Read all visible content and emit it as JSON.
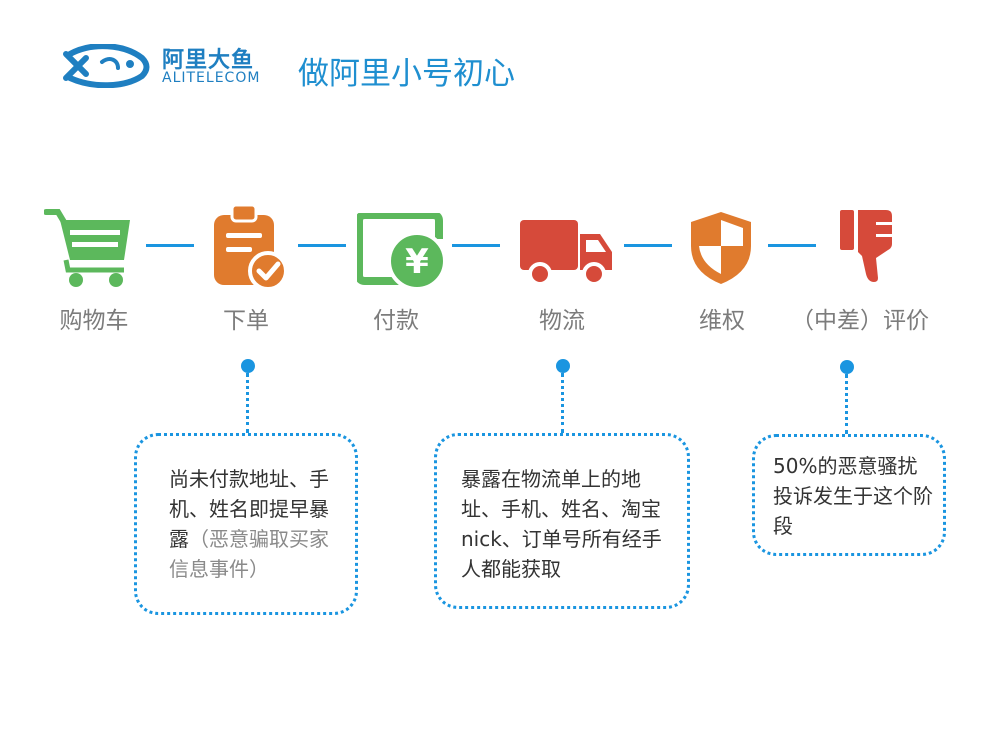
{
  "header": {
    "logo_cn": "阿里大鱼",
    "logo_en": "ALITELECOM",
    "title": "做阿里小号初心"
  },
  "steps": [
    {
      "label": "购物车",
      "icon": "shopping-cart-icon",
      "color": "#5cb85c"
    },
    {
      "label": "下单",
      "icon": "clipboard-check-icon",
      "color": "#e07b2e"
    },
    {
      "label": "付款",
      "icon": "yuan-payment-icon",
      "color": "#5cb85c"
    },
    {
      "label": "物流",
      "icon": "delivery-truck-icon",
      "color": "#d64a3a"
    },
    {
      "label": "维权",
      "icon": "shield-icon",
      "color": "#e07b2e"
    },
    {
      "label": "（中差）评价",
      "icon": "thumbs-down-icon",
      "color": "#d64a3a"
    }
  ],
  "notes": {
    "order": {
      "text": "尚未付款地址、手机、姓名即提早暴露",
      "aside": "（恶意骗取买家信息事件）"
    },
    "logistics": {
      "text": "暴露在物流单上的地址、手机、姓名、淘宝nick、订单号所有经手人都能获取"
    },
    "review": {
      "text": "50%的恶意骚扰投诉发生于这个阶段"
    }
  },
  "colors": {
    "accent": "#1a95e0",
    "title": "#1f8fd0"
  }
}
